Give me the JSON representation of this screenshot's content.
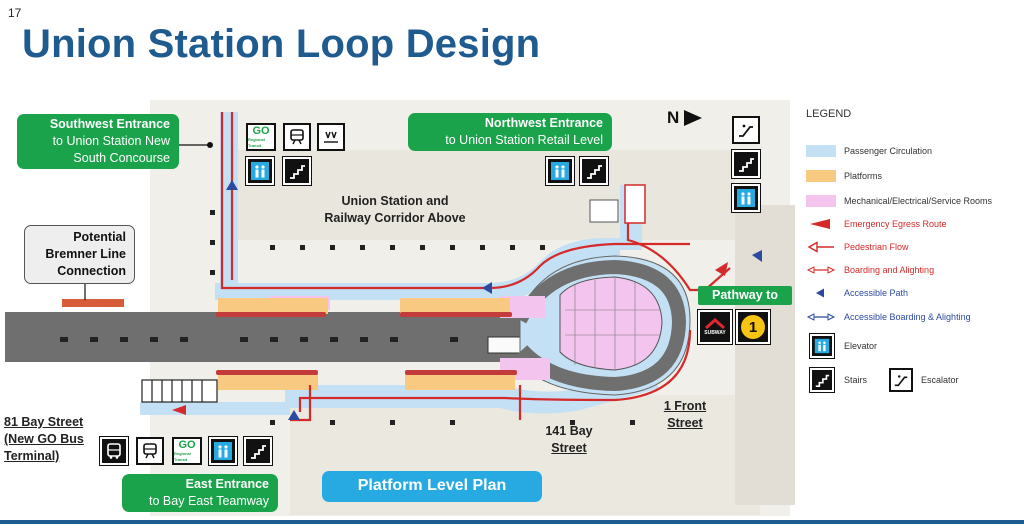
{
  "slide": {
    "number": "17",
    "title": "Union Station Loop Design"
  },
  "callouts": {
    "southwest": {
      "line1": "Southwest Entrance",
      "line2": "to Union Station New",
      "line3": "South Concourse"
    },
    "northwest": {
      "line1": "Northwest Entrance",
      "line2": "to Union Station Retail Level"
    },
    "bremner": {
      "line1": "Potential",
      "line2": "Bremner Line",
      "line3": "Connection"
    },
    "east": {
      "line1": "East Entrance",
      "line2": "to Bay East Teamway"
    },
    "pathway": {
      "label": "Pathway to"
    },
    "plan_label": "Platform Level Plan"
  },
  "labels": {
    "union_above": {
      "line1": "Union Station and",
      "line2": "Railway Corridor Above"
    },
    "bay81": {
      "line1": "81 Bay Street",
      "line2": "(New GO Bus",
      "line3": "Terminal)"
    },
    "bay141": {
      "line1": "141 Bay",
      "line2": "Street"
    },
    "front1": {
      "line1": "1 Front",
      "line2": "Street"
    },
    "north": "N"
  },
  "icons": {
    "go": "GO",
    "go_sub": "Regional Transit",
    "subway_sub": "SUBWAY",
    "line_number": "1"
  },
  "legend": {
    "title": "LEGEND",
    "items": [
      {
        "label": "Passenger Circulation",
        "kind": "fill",
        "color": "#c3e0f4"
      },
      {
        "label": "Platforms",
        "kind": "fill",
        "color": "#f7c981"
      },
      {
        "label": "Mechanical/Electrical/Service Rooms",
        "kind": "fill",
        "color": "#f2c4ee"
      },
      {
        "label": "Emergency Egress Route",
        "kind": "red-arrow"
      },
      {
        "label": "Pedestrian Flow",
        "kind": "red-open-arrow"
      },
      {
        "label": "Boarding and Alighting",
        "kind": "red-double"
      },
      {
        "label": "Accessible Path",
        "kind": "blue-arrow"
      },
      {
        "label": "Accessible Boarding & Alighting",
        "kind": "blue-double"
      },
      {
        "label": "Elevator",
        "kind": "elevator"
      },
      {
        "label": "Stairs",
        "kind": "stairs"
      },
      {
        "label": "Escalator",
        "kind": "escalator"
      }
    ]
  },
  "colors": {
    "title_blue": "#1f5b8e",
    "callout_green": "#1aa34a",
    "plan_blue": "#27a9e1",
    "circulation": "#c3e0f4",
    "platform": "#f7c981",
    "service": "#f2c4ee",
    "egress_red": "#d42a2a",
    "accessible_blue": "#2b4aa0"
  }
}
